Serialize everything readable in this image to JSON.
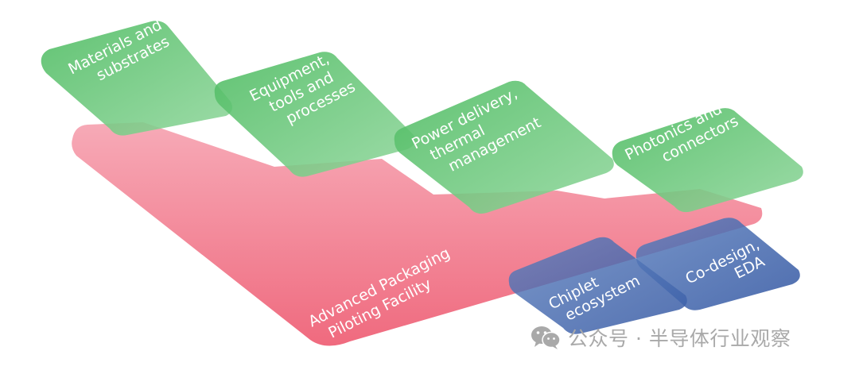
{
  "diagram": {
    "colors": {
      "facility_pink": "#f0667a",
      "green": "#5cc46e",
      "blue": "#3f64aa"
    },
    "facility": {
      "line1": "Advanced Packaging",
      "line2": "Piloting Facility"
    },
    "tiles": {
      "materials": {
        "line1": "Materials and",
        "line2": "substrates"
      },
      "equipment": {
        "line1": "Equipment,",
        "line2": "tools and",
        "line3": "processes"
      },
      "power": {
        "line1": "Power delivery,",
        "line2": "thermal",
        "line3": "management"
      },
      "photonics": {
        "line1": "Photonics and",
        "line2": "connectors"
      },
      "chiplet": {
        "line1": "Chiplet",
        "line2": "ecosystem"
      },
      "codesign": {
        "line1": "Co-design,",
        "line2": "EDA"
      }
    }
  },
  "watermark": {
    "icon": "wechat-icon",
    "text": "公众号 · 半导体行业观察"
  }
}
